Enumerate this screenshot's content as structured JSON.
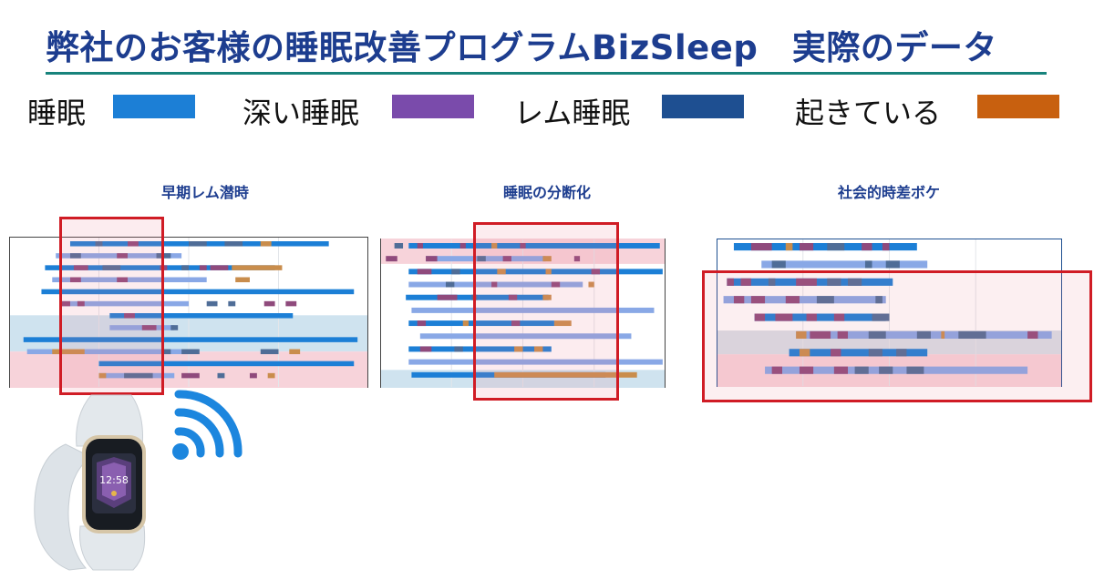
{
  "title": "弊社のお客様の睡眠改善プログラムBizSleep　実際のデータ",
  "legend": [
    {
      "label": "睡眠",
      "color": "#1c7fd6"
    },
    {
      "label": "深い睡眠",
      "color": "#7a4bab"
    },
    {
      "label": "レム睡眠",
      "color": "#1e4f91"
    },
    {
      "label": "起きている",
      "color": "#c8600f"
    }
  ],
  "colors": {
    "sleep_light": "#89a8e6",
    "deep": "#8f4a7c",
    "rem": "#4f6d97",
    "awake": "#c98d4c",
    "highlight": "#d01c25",
    "title": "#1d3d8f",
    "rule": "#17837c"
  },
  "chart_data": [
    {
      "type": "gantt",
      "title": "早期レム潜時",
      "rows": [
        {
          "bar": [
            0.17,
            0.89
          ],
          "segs": [
            [
              0.24,
              0.26,
              "rem"
            ],
            [
              0.33,
              0.36,
              "deep"
            ],
            [
              0.5,
              0.55,
              "rem"
            ],
            [
              0.6,
              0.65,
              "rem"
            ],
            [
              0.7,
              0.73,
              "awake"
            ]
          ]
        },
        {
          "bar": [
            0.13,
            0.48
          ],
          "segs": [
            [
              0.17,
              0.2,
              "rem"
            ],
            [
              0.3,
              0.33,
              "deep"
            ],
            [
              0.41,
              0.45,
              "rem"
            ]
          ]
        },
        {
          "bar": [
            0.1,
            0.74
          ],
          "segs": [
            [
              0.18,
              0.22,
              "deep"
            ],
            [
              0.26,
              0.31,
              "rem"
            ],
            [
              0.42,
              0.44,
              "deep"
            ],
            [
              0.48,
              0.5,
              "rem"
            ],
            [
              0.53,
              0.55,
              "deep"
            ],
            [
              0.56,
              0.61,
              "deep"
            ],
            [
              0.62,
              0.76,
              "awake"
            ]
          ]
        },
        {
          "bar": [
            0.12,
            0.55
          ],
          "segs": [
            [
              0.17,
              0.2,
              "deep"
            ],
            [
              0.3,
              0.33,
              "deep"
            ],
            [
              0.63,
              0.67,
              "awake"
            ]
          ]
        },
        {
          "bar": [
            0.09,
            0.96
          ],
          "segs": []
        },
        {
          "bar": [
            0.14,
            0.5
          ],
          "segs": [
            [
              0.14,
              0.17,
              "deep"
            ],
            [
              0.19,
              0.21,
              "deep"
            ],
            [
              0.55,
              0.58,
              "rem"
            ],
            [
              0.61,
              0.63,
              "rem"
            ],
            [
              0.71,
              0.74,
              "deep"
            ],
            [
              0.77,
              0.8,
              "deep"
            ]
          ]
        },
        {
          "bar": [
            0.28,
            0.79
          ],
          "segs": [
            [
              0.32,
              0.35,
              "deep"
            ]
          ]
        },
        {
          "bar": [
            0.28,
            0.46
          ],
          "segs": [
            [
              0.37,
              0.41,
              "deep"
            ],
            [
              0.45,
              0.47,
              "rem"
            ]
          ]
        },
        {
          "bar": [
            0.04,
            0.97
          ],
          "segs": []
        },
        {
          "bar": [
            0.05,
            0.5
          ],
          "segs": [
            [
              0.12,
              0.21,
              "awake"
            ],
            [
              0.43,
              0.45,
              "rem"
            ],
            [
              0.48,
              0.53,
              "rem"
            ],
            [
              0.7,
              0.75,
              "rem"
            ],
            [
              0.78,
              0.81,
              "awake"
            ]
          ]
        },
        {
          "bar": [
            0.25,
            0.96
          ],
          "segs": []
        },
        {
          "bar": [
            0.25,
            0.46
          ],
          "segs": [
            [
              0.25,
              0.27,
              "awake"
            ],
            [
              0.32,
              0.4,
              "rem"
            ],
            [
              0.48,
              0.53,
              "deep"
            ],
            [
              0.58,
              0.6,
              "rem"
            ],
            [
              0.67,
              0.69,
              "deep"
            ],
            [
              0.72,
              0.74,
              "awake"
            ]
          ]
        }
      ]
    },
    {
      "type": "gantt",
      "title": "睡眠の分断化",
      "rows": [
        {
          "bar": [
            0.1,
            0.98
          ],
          "segs": [
            [
              0.05,
              0.08,
              "rem"
            ],
            [
              0.13,
              0.15,
              "deep"
            ],
            [
              0.28,
              0.3,
              "deep"
            ],
            [
              0.39,
              0.41,
              "awake"
            ],
            [
              0.49,
              0.51,
              "deep"
            ]
          ]
        },
        {
          "bar": [
            0.16,
            0.58
          ],
          "segs": [
            [
              0.02,
              0.06,
              "deep"
            ],
            [
              0.16,
              0.2,
              "deep"
            ],
            [
              0.34,
              0.37,
              "rem"
            ],
            [
              0.43,
              0.46,
              "deep"
            ],
            [
              0.57,
              0.6,
              "awake"
            ],
            [
              0.68,
              0.7,
              "deep"
            ]
          ]
        },
        {
          "bar": [
            0.1,
            0.99
          ],
          "segs": [
            [
              0.13,
              0.18,
              "deep"
            ],
            [
              0.25,
              0.28,
              "rem"
            ],
            [
              0.41,
              0.44,
              "awake"
            ],
            [
              0.58,
              0.6,
              "awake"
            ],
            [
              0.74,
              0.77,
              "deep"
            ]
          ]
        },
        {
          "bar": [
            0.1,
            0.71
          ],
          "segs": [
            [
              0.23,
              0.26,
              "rem"
            ],
            [
              0.39,
              0.41,
              "deep"
            ],
            [
              0.6,
              0.63,
              "deep"
            ],
            [
              0.73,
              0.75,
              "awake"
            ]
          ]
        },
        {
          "bar": [
            0.09,
            0.59
          ],
          "segs": [
            [
              0.2,
              0.27,
              "deep"
            ],
            [
              0.32,
              0.34,
              "rem"
            ],
            [
              0.45,
              0.48,
              "deep"
            ],
            [
              0.57,
              0.6,
              "awake"
            ]
          ]
        },
        {
          "bar": [
            0.11,
            0.96
          ],
          "segs": []
        },
        {
          "bar": [
            0.1,
            0.61
          ],
          "segs": [
            [
              0.13,
              0.16,
              "deep"
            ],
            [
              0.29,
              0.31,
              "awake"
            ],
            [
              0.46,
              0.49,
              "deep"
            ],
            [
              0.61,
              0.67,
              "awake"
            ]
          ]
        },
        {
          "bar": [
            0.14,
            0.88
          ],
          "segs": []
        },
        {
          "bar": [
            0.1,
            0.6
          ],
          "segs": [
            [
              0.14,
              0.18,
              "deep"
            ],
            [
              0.26,
              0.29,
              "rem"
            ],
            [
              0.47,
              0.5,
              "awake"
            ],
            [
              0.54,
              0.57,
              "awake"
            ]
          ]
        },
        {
          "bar": [
            0.1,
            0.99
          ],
          "segs": []
        },
        {
          "bar": [
            0.11,
            0.79
          ],
          "segs": [
            [
              0.4,
              0.9,
              "awake"
            ]
          ]
        }
      ]
    },
    {
      "type": "gantt",
      "title": "社会的時差ボケ",
      "rows": [
        {
          "bar": [
            0.05,
            0.58
          ],
          "segs": [
            [
              0.1,
              0.16,
              "deep"
            ],
            [
              0.2,
              0.22,
              "awake"
            ],
            [
              0.24,
              0.28,
              "deep"
            ],
            [
              0.32,
              0.37,
              "rem"
            ],
            [
              0.42,
              0.45,
              "deep"
            ],
            [
              0.48,
              0.5,
              "deep"
            ]
          ]
        },
        {
          "bar": [
            0.13,
            0.61
          ],
          "segs": [
            [
              0.16,
              0.2,
              "rem"
            ],
            [
              0.43,
              0.45,
              "rem"
            ],
            [
              0.49,
              0.53,
              "rem"
            ]
          ]
        },
        {
          "bar": [
            0.03,
            0.51
          ],
          "segs": [
            [
              0.03,
              0.05,
              "deep"
            ],
            [
              0.07,
              0.1,
              "deep"
            ],
            [
              0.15,
              0.17,
              "rem"
            ],
            [
              0.23,
              0.29,
              "deep"
            ],
            [
              0.32,
              0.36,
              "rem"
            ],
            [
              0.38,
              0.42,
              "rem"
            ]
          ]
        },
        {
          "bar": [
            0.02,
            0.49
          ],
          "segs": [
            [
              0.05,
              0.08,
              "deep"
            ],
            [
              0.1,
              0.14,
              "deep"
            ],
            [
              0.2,
              0.24,
              "deep"
            ],
            [
              0.29,
              0.34,
              "rem"
            ],
            [
              0.46,
              0.48,
              "rem"
            ]
          ]
        },
        {
          "bar": [
            0.11,
            0.49
          ],
          "segs": [
            [
              0.11,
              0.14,
              "deep"
            ],
            [
              0.17,
              0.22,
              "deep"
            ],
            [
              0.26,
              0.29,
              "deep"
            ],
            [
              0.34,
              0.37,
              "deep"
            ],
            [
              0.45,
              0.5,
              "rem"
            ]
          ]
        },
        {
          "bar": [
            0.23,
            0.97
          ],
          "segs": [
            [
              0.23,
              0.26,
              "awake"
            ],
            [
              0.27,
              0.33,
              "deep"
            ],
            [
              0.35,
              0.38,
              "deep"
            ],
            [
              0.44,
              0.49,
              "rem"
            ],
            [
              0.58,
              0.62,
              "rem"
            ],
            [
              0.65,
              0.66,
              "awake"
            ],
            [
              0.7,
              0.78,
              "rem"
            ],
            [
              0.9,
              0.93,
              "deep"
            ]
          ]
        },
        {
          "bar": [
            0.21,
            0.61
          ],
          "segs": [
            [
              0.24,
              0.27,
              "awake"
            ],
            [
              0.33,
              0.36,
              "deep"
            ],
            [
              0.44,
              0.48,
              "rem"
            ],
            [
              0.52,
              0.55,
              "rem"
            ]
          ]
        },
        {
          "bar": [
            0.14,
            0.9
          ],
          "segs": [
            [
              0.16,
              0.19,
              "deep"
            ],
            [
              0.24,
              0.28,
              "deep"
            ],
            [
              0.34,
              0.38,
              "deep"
            ],
            [
              0.4,
              0.44,
              "rem"
            ],
            [
              0.47,
              0.51,
              "rem"
            ],
            [
              0.55,
              0.6,
              "rem"
            ]
          ]
        }
      ]
    }
  ]
}
